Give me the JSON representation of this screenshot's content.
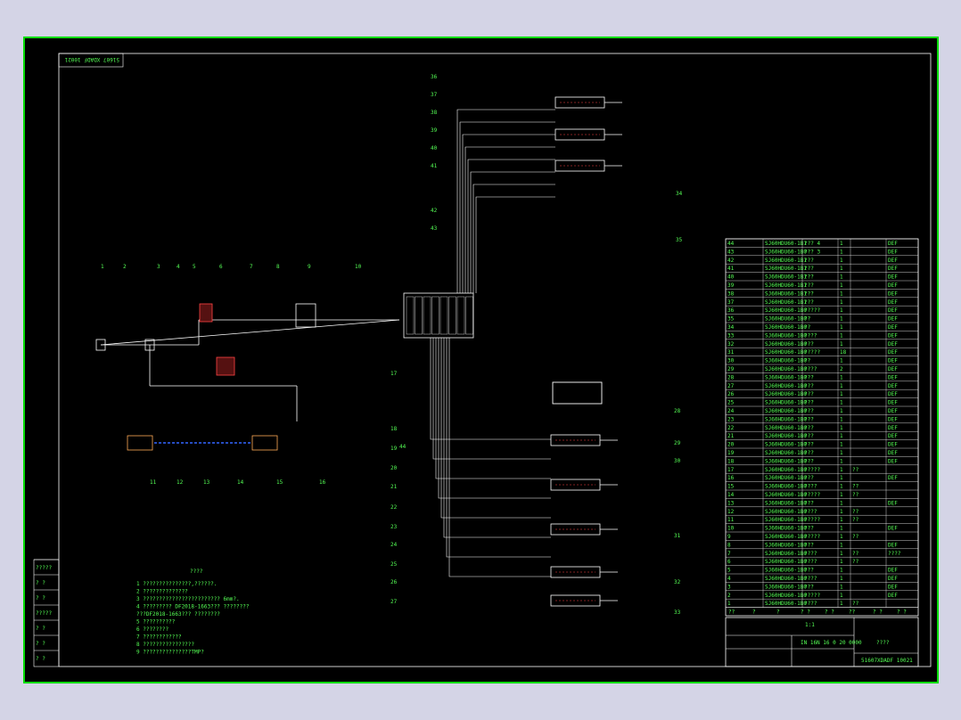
{
  "drawing": {
    "corner_code": "51607 XDADF 10021",
    "hydraulic_system_lines": 44,
    "callouts": [
      "1",
      "2",
      "3",
      "4",
      "5",
      "6",
      "7",
      "8",
      "9",
      "10",
      "11",
      "12",
      "13",
      "14",
      "15",
      "16",
      "17",
      "18",
      "19",
      "20",
      "21",
      "22",
      "23",
      "24",
      "25",
      "26",
      "27",
      "28",
      "29",
      "30",
      "31",
      "32",
      "33",
      "34",
      "35",
      "36",
      "37",
      "38",
      "39",
      "40",
      "41",
      "42",
      "43",
      "44"
    ],
    "notes_title": "????",
    "notes": [
      "1 ???????????????,??????.",
      "2 ??????????????",
      "3 ???????????????????????? 6mm?.",
      "4 ????????? DF2018-1663??? ????????",
      "  ???DF2018-1663??? ????????",
      "5 ??????????",
      "6 ????????",
      "7 ????????????",
      "8 ????????????????",
      "9 ???????????????TMP?"
    ],
    "left_strip": [
      "?????",
      "? ?",
      "? ?",
      "?????",
      "? ?",
      "? ?",
      "? ?"
    ],
    "title_block": {
      "drawing_name": "????",
      "drawing_number": "51607XDADF 10021",
      "unit": "IN 16N 16 0 20 0000",
      "scale": "1:1"
    },
    "bom_rows": [
      [
        "44",
        "SJ60HDU60-1B1",
        "??? 4",
        "1",
        "",
        "DEF"
      ],
      [
        "43",
        "SJ60HDU60-1B0",
        "??? 3",
        "1",
        "",
        "DEF"
      ],
      [
        "42",
        "SJ60HDU60-1B1",
        "???",
        "1",
        "",
        "DEF"
      ],
      [
        "41",
        "SJ60HDU60-1B1",
        "???",
        "1",
        "",
        "DEF"
      ],
      [
        "40",
        "SJ60HDU60-1B1",
        "???",
        "1",
        "",
        "DEF"
      ],
      [
        "39",
        "SJ60HDU60-1B1",
        "???",
        "1",
        "",
        "DEF"
      ],
      [
        "38",
        "SJ60HDU60-1B1",
        "???",
        "1",
        "",
        "DEF"
      ],
      [
        "37",
        "SJ60HDU60-1B1",
        "???",
        "1",
        "",
        "DEF"
      ],
      [
        "36",
        "SJ60HDU60-1B0",
        "?????",
        "1",
        "",
        "DEF"
      ],
      [
        "35",
        "SJ60HDU60-1B0",
        "??",
        "1",
        "",
        "DEF"
      ],
      [
        "34",
        "SJ60HDU60-1B0",
        "??",
        "1",
        "",
        "DEF"
      ],
      [
        "33",
        "SJ60HDU60-1B0",
        "????",
        "1",
        "",
        "DEF"
      ],
      [
        "32",
        "SJ60HDU60-1B0",
        "???",
        "1",
        "",
        "DEF"
      ],
      [
        "31",
        "SJ60HDU60-1B0",
        "?????",
        "18",
        "",
        "DEF"
      ],
      [
        "30",
        "SJ60HDU60-1B0",
        "??",
        "1",
        "",
        "DEF"
      ],
      [
        "29",
        "SJ60HDU60-1B0",
        "????",
        "2",
        "",
        "DEF"
      ],
      [
        "28",
        "SJ60HDU60-1B0",
        "???",
        "1",
        "",
        "DEF"
      ],
      [
        "27",
        "SJ60HDU60-1B0",
        "???",
        "1",
        "",
        "DEF"
      ],
      [
        "26",
        "SJ60HDU60-1B0",
        "???",
        "1",
        "",
        "DEF"
      ],
      [
        "25",
        "SJ60HDU60-1B0",
        "???",
        "1",
        "",
        "DEF"
      ],
      [
        "24",
        "SJ60HDU60-1B0",
        "???",
        "1",
        "",
        "DEF"
      ],
      [
        "23",
        "SJ60HDU60-1B0",
        "???",
        "1",
        "",
        "DEF"
      ],
      [
        "22",
        "SJ60HDU60-1B0",
        "???",
        "1",
        "",
        "DEF"
      ],
      [
        "21",
        "SJ60HDU60-1B0",
        "???",
        "1",
        "",
        "DEF"
      ],
      [
        "20",
        "SJ60HDU60-1B0",
        "???",
        "1",
        "",
        "DEF"
      ],
      [
        "19",
        "SJ60HDU60-1B0",
        "???",
        "1",
        "",
        "DEF"
      ],
      [
        "18",
        "SJ60HDU60-1B0",
        "???",
        "1",
        "",
        "DEF"
      ],
      [
        "17",
        "SJ60HDU60-1B0",
        "?????",
        "1",
        "??",
        ""
      ],
      [
        "16",
        "SJ60HDU60-1B0",
        "???",
        "1",
        "",
        "DEF"
      ],
      [
        "15",
        "SJ60HDU60-1B0",
        "????",
        "1",
        "??",
        ""
      ],
      [
        "14",
        "SJ60HDU60-1B0",
        "?????",
        "1",
        "??",
        ""
      ],
      [
        "13",
        "SJ60HDU60-1B0",
        "???",
        "1",
        "",
        "DEF"
      ],
      [
        "12",
        "SJ60HDU60-1B0",
        "????",
        "1",
        "??",
        ""
      ],
      [
        "11",
        "SJ60HDU60-1B0",
        "?????",
        "1",
        "??",
        ""
      ],
      [
        "10",
        "SJ60HDU60-1B0",
        "???",
        "1",
        "",
        "DEF"
      ],
      [
        "9",
        "SJ60HDU60-1B0",
        "?????",
        "1",
        "??",
        ""
      ],
      [
        "8",
        "SJ60HDU60-1B0",
        "???",
        "1",
        "",
        "DEF"
      ],
      [
        "7",
        "SJ60HDU60-1B0",
        "????",
        "1",
        "??",
        "????"
      ],
      [
        "6",
        "SJ60HDU60-1B0",
        "????",
        "1",
        "??",
        ""
      ],
      [
        "5",
        "SJ60HDU60-1B0",
        "???",
        "1",
        "",
        "DEF"
      ],
      [
        "4",
        "SJ60HDU60-1B0",
        "????",
        "1",
        "",
        "DEF"
      ],
      [
        "3",
        "SJ60HDU60-1B0",
        "???",
        "1",
        "",
        "DEF"
      ],
      [
        "2",
        "SJ60HDU60-1B0",
        "?????",
        "1",
        "",
        "DEF"
      ],
      [
        "1",
        "SJ60HDU60-1B0",
        "????",
        "1",
        "??",
        ""
      ]
    ],
    "bom_header": [
      "??",
      "?",
      "?",
      "? ?",
      "? ?",
      "??",
      "? ?",
      "? ?"
    ],
    "colors": {
      "sheet": "#000000",
      "frame": "#00dd00",
      "line": "#ffffff",
      "accent": "#00ff66",
      "component": "#ff4444",
      "pipe": "#3366ff"
    }
  }
}
